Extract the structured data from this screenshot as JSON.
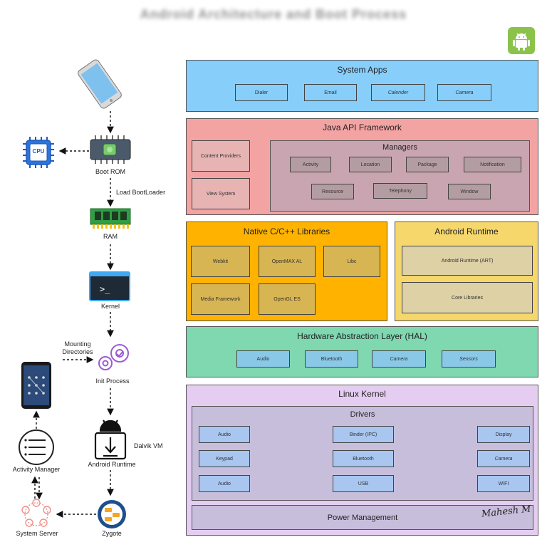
{
  "header_title": "Android Architecture and Boot Process",
  "flow": {
    "boot_rom": "Boot ROM",
    "load_bootloader": "Load BootLoader",
    "ram": "RAM",
    "kernel": "Kernel",
    "mounting": "Mounting\nDirectories",
    "init_process": "Init Process",
    "dalvik_vm": "Dalvik VM",
    "android_runtime": "Android Runtime",
    "zygote": "Zygote",
    "system_server": "System Server",
    "activity_manager": "Activity Manager",
    "cpu_label": "CPU"
  },
  "layers": {
    "system_apps": {
      "title": "System Apps",
      "color": "#87cefa",
      "items": [
        "Dialer",
        "Email",
        "Calender",
        "Camera"
      ]
    },
    "java_api": {
      "title": "Java API Framework",
      "color": "#f4a3a3",
      "left_items": [
        "Content Providers",
        "View System"
      ],
      "managers_title": "Managers",
      "managers_row1": [
        "Activity",
        "Location",
        "Package",
        "Notification"
      ],
      "managers_row2": [
        "Resource",
        "Telephony",
        "Window"
      ]
    },
    "native_libs": {
      "title": "Native C/C++ Libraries",
      "color": "#ffb300",
      "items": [
        "Webkit",
        "OpenMAX AL",
        "Libc",
        "Media Framework",
        "OpenGL ES"
      ]
    },
    "android_runtime": {
      "title": "Android Runtime",
      "color": "#f6d76b",
      "items": [
        "Android Runtime (ART)",
        "Core Libraries"
      ]
    },
    "hal": {
      "title": "Hardware Abstraction Layer (HAL)",
      "color": "#7fd8b0",
      "items": [
        "Audio",
        "Bluetooth",
        "Camera",
        "Sensors"
      ]
    },
    "linux_kernel": {
      "title": "Linux Kernel",
      "color": "#e5cdf2",
      "drivers_title": "Drivers",
      "drivers": [
        [
          "Audio",
          "Binder (IPC)",
          "Display"
        ],
        [
          "Keypad",
          "Bluetooth",
          "Camera"
        ],
        [
          "Audio",
          "USB",
          "WIFI"
        ]
      ],
      "power": "Power Management"
    }
  },
  "signature": "Mahesh M",
  "colors": {
    "hal_box": "#8ac8e8",
    "drivers_box": "#a8c6f0",
    "manager_box": "#b39da3",
    "native_box": "#d8b553",
    "runtime_box": "#ddd1a5",
    "android_green": "#8bc34a"
  }
}
